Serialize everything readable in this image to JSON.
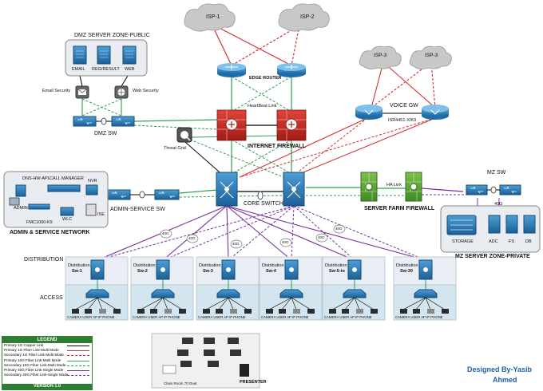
{
  "clouds": {
    "isp1": "ISP-1",
    "isp2": "ISP-2",
    "isp3a": "ISP-3",
    "isp3b": "ISP-3"
  },
  "labels": {
    "edge_router": "EDGE ROUTER",
    "heartbeat": "HeartBeat Link",
    "internet_firewall": "INTERNET FIREWALL",
    "voice_gw": "VOICE GW",
    "voice_gw_model": "ISR4451-X/K9",
    "dmz_zone": "DMZ SERVER ZONE-PUBLIC",
    "email": "EMAIL",
    "reg_result": "REG/RESULT",
    "web": "WEB",
    "email_security": "Email Security",
    "web_security": "Web Security",
    "dmz_sw": "DMZ SW",
    "threat_grid": "Threat Grid",
    "core_switch": "CORE SWITCH",
    "ha_link": "HA Link",
    "server_farm_firewall": "SERVER FARM FIREWALL",
    "mz_sw": "MZ SW",
    "mz_40g": "40G",
    "storage": "STORAGE",
    "adc": "ADC",
    "fs": "FS",
    "db": "DB",
    "mz_zone": "MZ SERVER ZONE-PRIVATE",
    "admin_service_sw": "ADMIN-SERVICE SW",
    "admin_network": "ADMIN & SERVICE NETWORK",
    "dns": "DNS-HW-APL",
    "call_manager": "CALL MANAGER",
    "nvr": "NVR",
    "admin": "ADMIN",
    "fmc": "FMC1000-K9",
    "wlc": "WLC",
    "ise": "ISE",
    "distribution": "DISTRIBUTION",
    "access": "ACCESS",
    "presenter": "PRESENTER",
    "classroom": "Class Room 70 Duet"
  },
  "distribution": [
    {
      "name": "Distribution",
      "sw": "Sw-1"
    },
    {
      "name": "Distribution",
      "sw": "Sw-2"
    },
    {
      "name": "Distribution",
      "sw": "Sw-3"
    },
    {
      "name": "Distribution",
      "sw": "Sw-4"
    },
    {
      "name": "Distribution",
      "sw": "Sw-5-to"
    },
    {
      "name": "Distribution",
      "sw": "Sw-30"
    }
  ],
  "access_items": [
    "CAMERA",
    "USER",
    "AP",
    "IP PHONE"
  ],
  "link_40g": "40G",
  "legend": {
    "title": "LEGEND",
    "rows": [
      {
        "label": "Primary 1G Copper Link",
        "color": "#000000",
        "style": "solid"
      },
      {
        "label": "Primary 1G Fiber Link-Multi Mode",
        "color": "#d32f2f",
        "style": "solid"
      },
      {
        "label": "Secondary 1G Fiber Link-Multi Mode",
        "color": "#d32f2f",
        "style": "dashed"
      },
      {
        "label": "Primary 10G Fiber Link-Multi Mode",
        "color": "#2e9e4f",
        "style": "solid"
      },
      {
        "label": "Secondary 10G Fiber Link-Multi Mode",
        "color": "#2e9e4f",
        "style": "dashed"
      },
      {
        "label": "Primary 40G Fiber Link-Single Mode",
        "color": "#7b2fa0",
        "style": "solid"
      },
      {
        "label": "Secondary 40G Fiber Link-Single Mode",
        "color": "#7b2fa0",
        "style": "dashed"
      }
    ],
    "version": "VERSION 1.0"
  },
  "credit": {
    "line1": "Designed By-Yasib",
    "line2": "Ahmed"
  }
}
